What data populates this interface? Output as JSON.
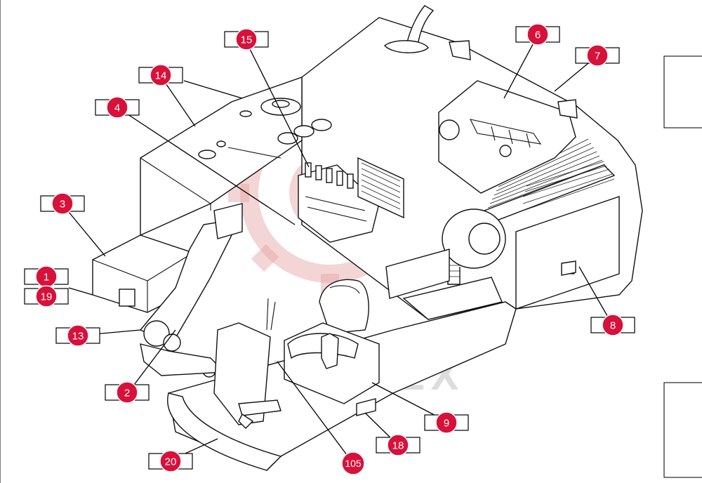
{
  "diagram": {
    "callout_color": "#d8113a",
    "watermark_text": "VIMTEX",
    "callouts": [
      {
        "id": "c1",
        "label": "1"
      },
      {
        "id": "c19",
        "label": "19"
      },
      {
        "id": "c3",
        "label": "3"
      },
      {
        "id": "c4",
        "label": "4"
      },
      {
        "id": "c14",
        "label": "14"
      },
      {
        "id": "c15",
        "label": "15"
      },
      {
        "id": "c6",
        "label": "6"
      },
      {
        "id": "c7",
        "label": "7"
      },
      {
        "id": "c8",
        "label": "8"
      },
      {
        "id": "c9",
        "label": "9"
      },
      {
        "id": "c18",
        "label": "18"
      },
      {
        "id": "c105",
        "label": "105"
      },
      {
        "id": "c20",
        "label": "20"
      },
      {
        "id": "c2",
        "label": "2"
      },
      {
        "id": "c13",
        "label": "13"
      }
    ]
  }
}
